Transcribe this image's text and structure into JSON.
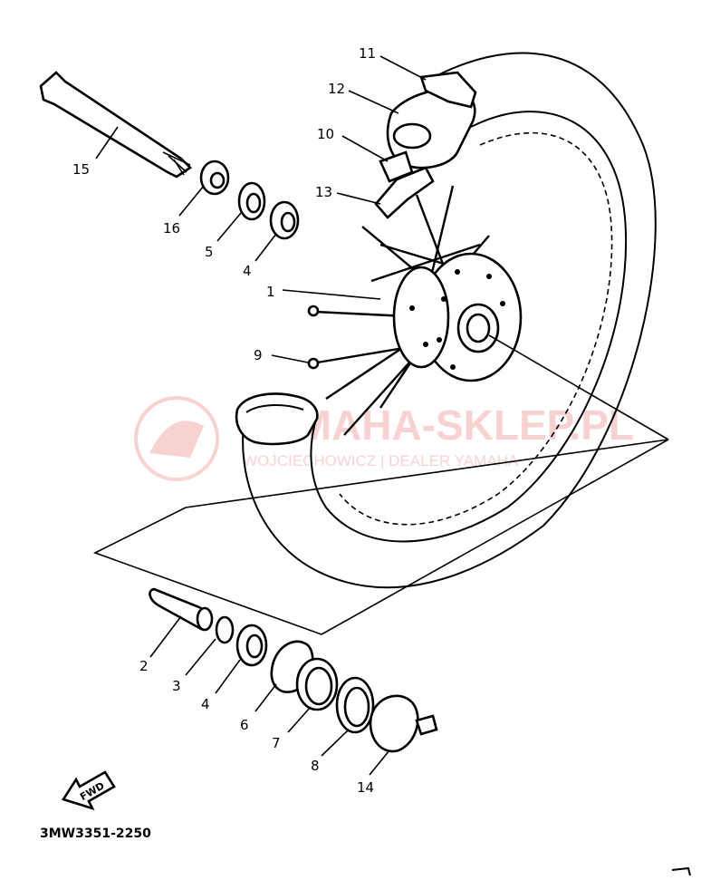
{
  "diagram": {
    "drawing_code": "3MW3351-2250",
    "fwd_label": "FWD",
    "callouts": {
      "c1": "1",
      "c2": "2",
      "c3": "3",
      "c4a": "4",
      "c4b": "4",
      "c5": "5",
      "c6": "6",
      "c7": "7",
      "c8": "8",
      "c9": "9",
      "c10": "10",
      "c11": "11",
      "c12": "12",
      "c13": "13",
      "c14": "14",
      "c15": "15",
      "c16": "16"
    }
  },
  "watermark": {
    "brand": "YAMAHA-SKLEP.PL",
    "tagline": "WOJCIECHOWICZ | DEALER YAMAHA",
    "color": "#e3392f"
  }
}
